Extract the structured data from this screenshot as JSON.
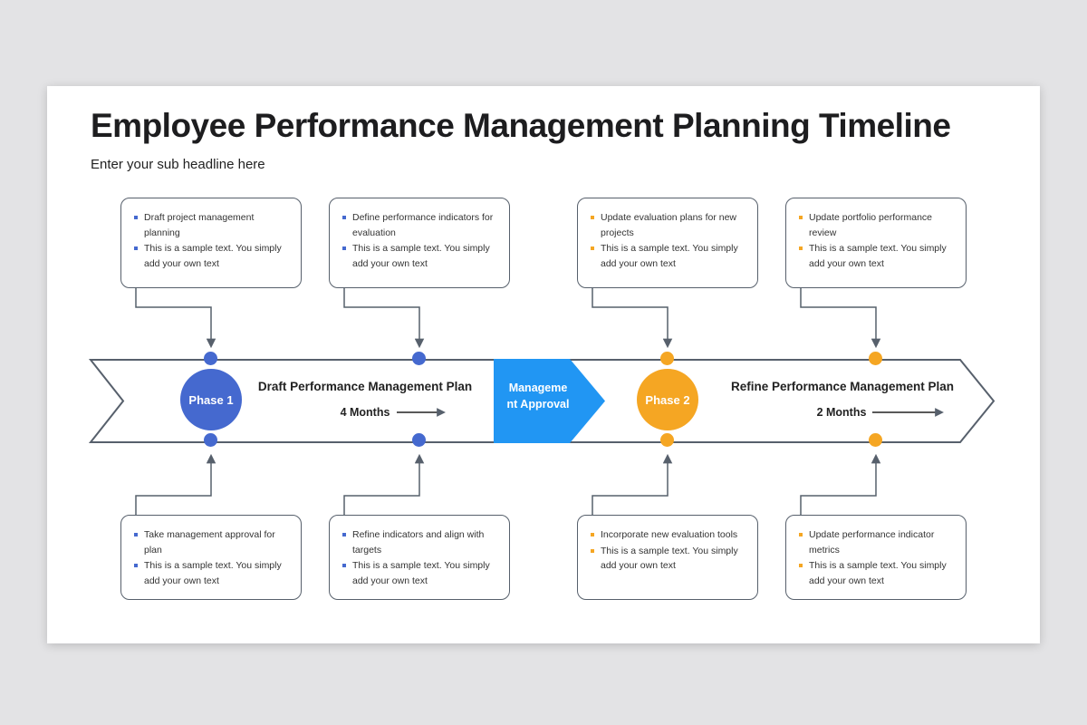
{
  "slide": {
    "title": "Employee Performance Management Planning Timeline",
    "subtitle": "Enter your sub headline here"
  },
  "colors": {
    "blue": "#4569CF",
    "approval_blue": "#2196F3",
    "orange": "#F5A623",
    "outline_gray": "#57606c"
  },
  "timeline": {
    "phase1_label": "Phase 1",
    "phase2_label": "Phase 2",
    "segment1_title": "Draft Performance Management Plan",
    "segment1_duration": "4 Months",
    "segment2_title": "Refine Performance Management Plan",
    "segment2_duration": "2 Months",
    "approval_line1": "Manageme",
    "approval_line2": "nt Approval"
  },
  "callouts": {
    "top": [
      {
        "color": "blue",
        "bullets": [
          "Draft project management planning",
          "This is a sample text. You simply add your own text"
        ]
      },
      {
        "color": "blue",
        "bullets": [
          "Define performance indicators for evaluation",
          "This is a sample text. You simply add your own text"
        ]
      },
      {
        "color": "orange",
        "bullets": [
          "Update evaluation plans for new projects",
          "This is a sample text. You simply add your own text"
        ]
      },
      {
        "color": "orange",
        "bullets": [
          "Update portfolio performance review",
          "This is a sample text. You simply add your own text"
        ]
      }
    ],
    "bottom": [
      {
        "color": "blue",
        "bullets": [
          "Take management approval for plan",
          "This is a sample text. You simply add your own text"
        ]
      },
      {
        "color": "blue",
        "bullets": [
          "Refine indicators and align with targets",
          "This is a sample text. You simply add your own text"
        ]
      },
      {
        "color": "orange",
        "bullets": [
          "Incorporate new evaluation tools",
          "This is a sample text. You simply add your own text"
        ]
      },
      {
        "color": "orange",
        "bullets": [
          "Update performance indicator metrics",
          "This is a sample text. You simply add your own text"
        ]
      }
    ]
  }
}
